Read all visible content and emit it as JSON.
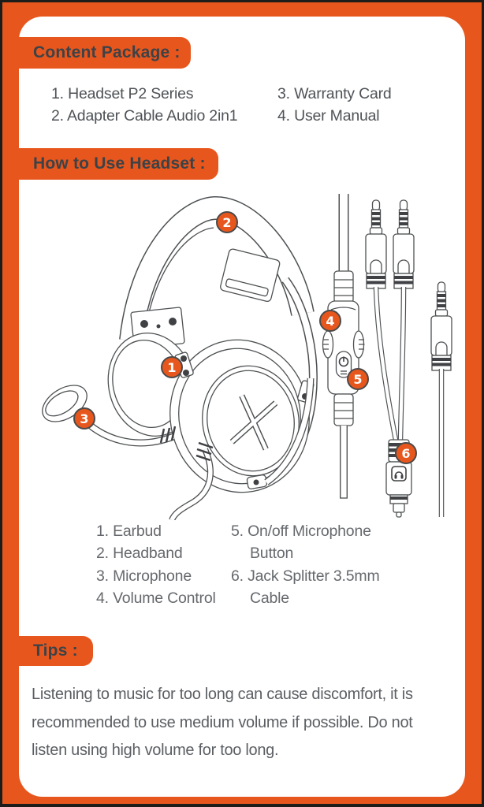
{
  "theme": {
    "accent": "#E7571D",
    "card": "#FFFFFF",
    "page_border": "#1C1C1A",
    "heading_text": "#3D4247",
    "body_text": "#55585C",
    "line_art": "#4D5052"
  },
  "content_package": {
    "title": "Content Package :",
    "columns": [
      [
        "1. Headset P2 Series",
        "2. Adapter Cable Audio 2in1"
      ],
      [
        "3. Warranty Card",
        "4. User Manual"
      ]
    ]
  },
  "how_to_use": {
    "title": "How to Use Headset :",
    "callouts": [
      "1",
      "2",
      "3",
      "4",
      "5",
      "6"
    ],
    "parts_columns": [
      [
        "1. Earbud",
        "2. Headband",
        "3. Microphone",
        "4. Volume Control"
      ],
      [
        "5. On/off Microphone",
        "Button",
        "6. Jack Splitter 3.5mm",
        "Cable"
      ]
    ]
  },
  "tips": {
    "title": "Tips :",
    "body": "Listening to music for too long can cause discomfort, it is\nrecommended to use medium volume if possible. Do not\nlisten using high volume for too long."
  }
}
